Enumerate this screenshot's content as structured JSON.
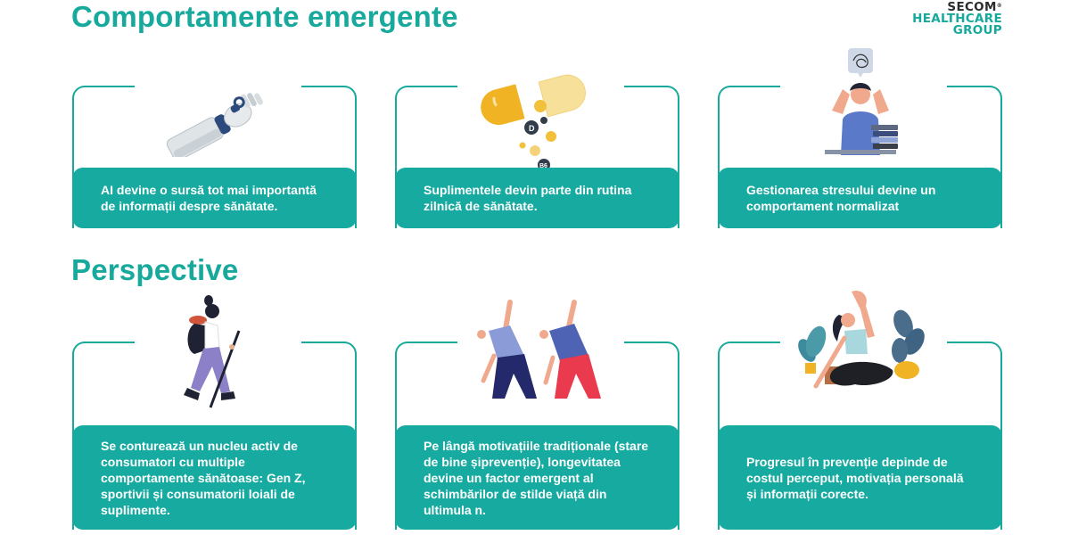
{
  "logo": {
    "line1": "SECOM",
    "registered": "®",
    "line2": "HEALTHCARE",
    "line3": "GROUP"
  },
  "sections": [
    {
      "title": "Comportamente emergente",
      "cards": [
        {
          "icon": "robot-hand-icon",
          "text": "AI devine o sursă tot mai importantă de informații despre sănătate."
        },
        {
          "icon": "vitamin-capsule-icon",
          "text": "Suplimentele devin parte din rutina zilnică de sănătate."
        },
        {
          "icon": "stressed-student-icon",
          "text": "Gestionarea stresului devine un comportament normalizat"
        }
      ]
    },
    {
      "title": "Perspective",
      "cards": [
        {
          "icon": "hiker-icon",
          "text": "Se conturează un nucleu activ de consumatori cu multiple comportamente sănătoase: Gen Z, sportivii și consumatorii loiali de suplimente."
        },
        {
          "icon": "seniors-stretching-icon",
          "text": "Pe lângă motivațiile tradiționale (stare de bine șiprevenție), longevitatea devine un factor emergent al schimbărilor de stilde viață din ultimula n."
        },
        {
          "icon": "yoga-woman-icon",
          "text": "Progresul în prevenție depinde de costul perceput, motivația personală și informații corecte."
        }
      ]
    }
  ],
  "colors": {
    "accent": "#16a99c",
    "box": "#16aaa0",
    "text_on_box": "#ffffff",
    "logo_dark": "#2c2c2c"
  }
}
